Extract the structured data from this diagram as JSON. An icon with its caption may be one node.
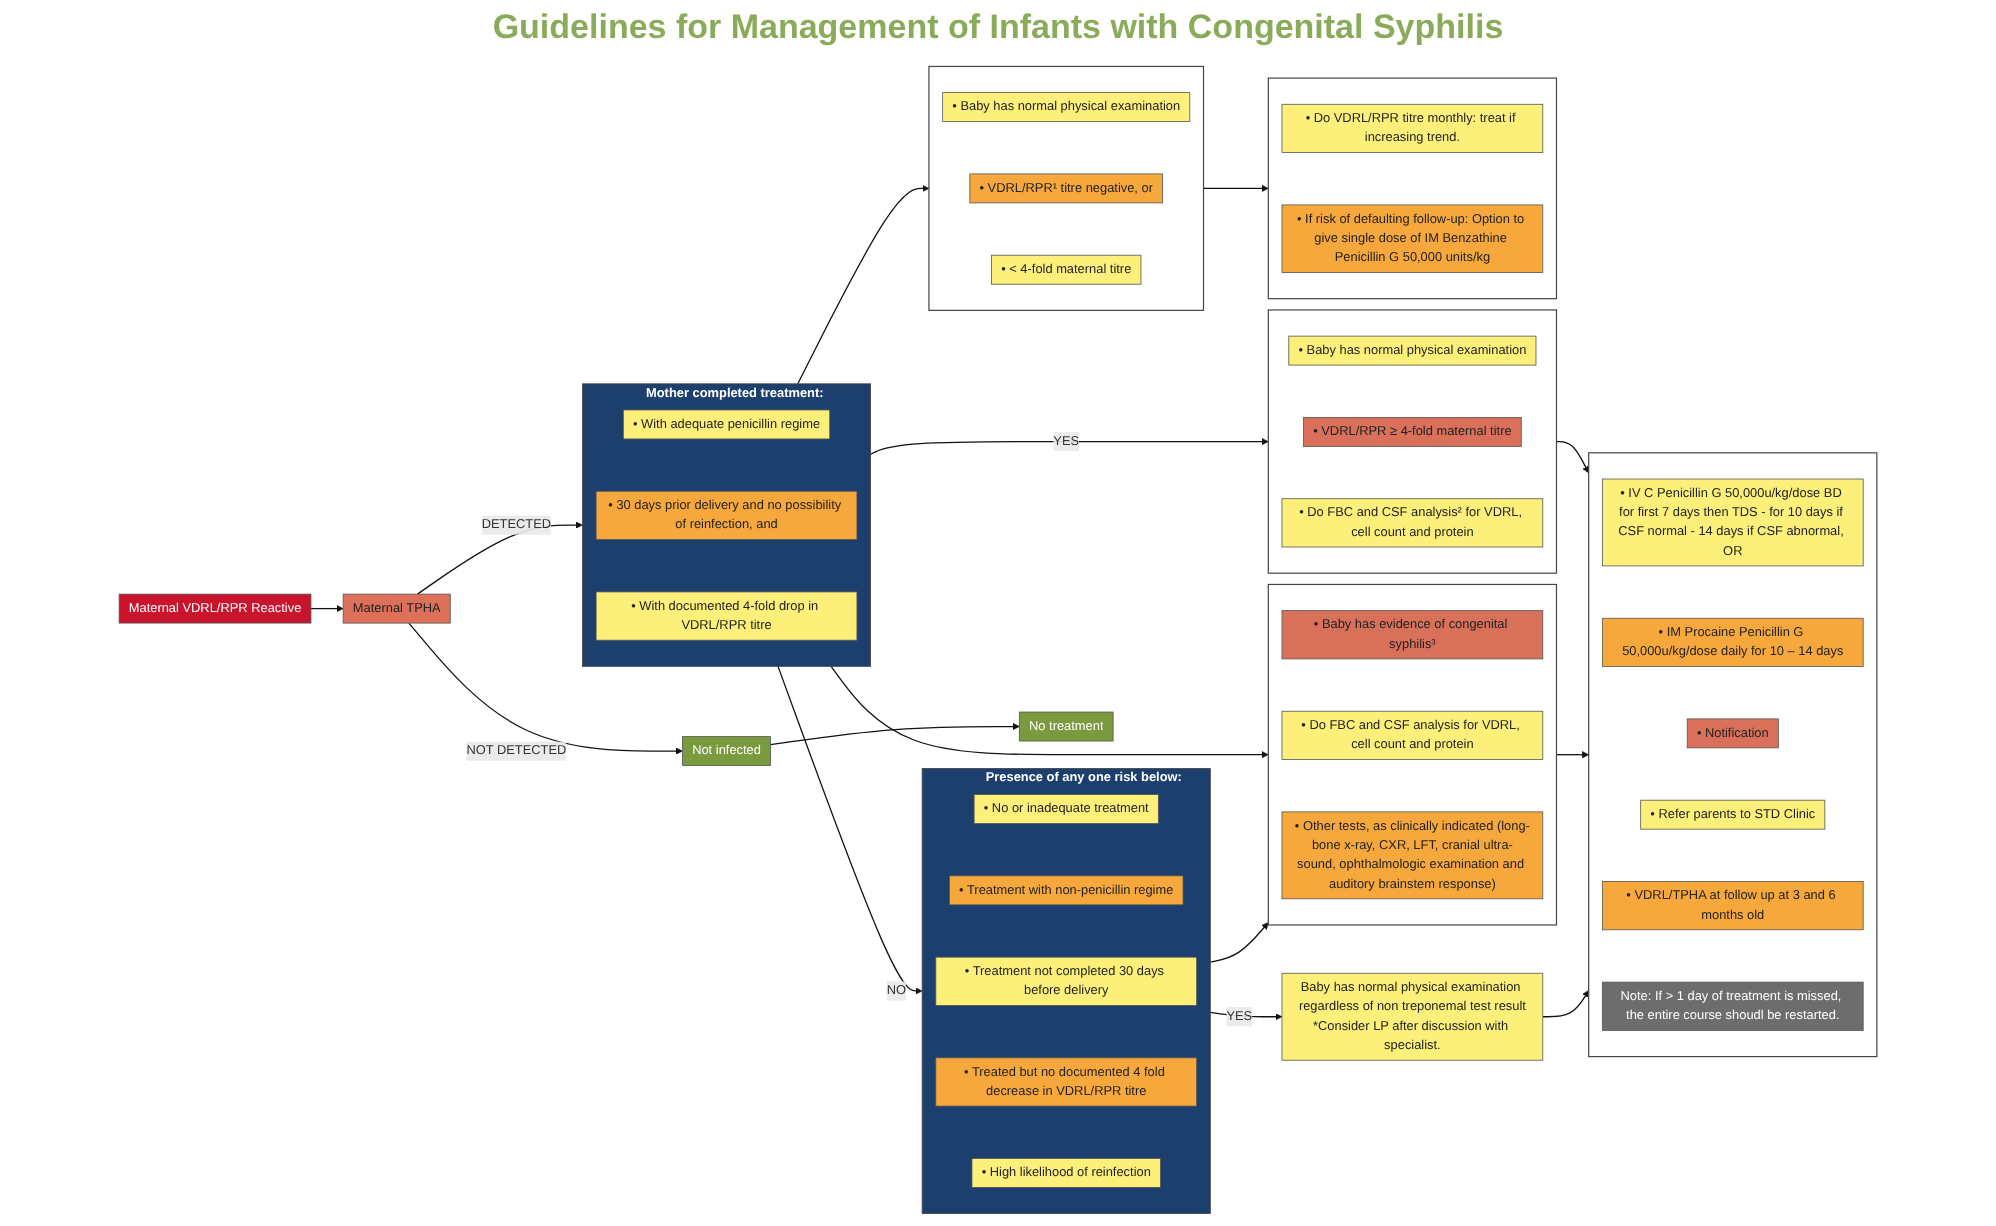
{
  "diagram": {
    "title": "Guidelines for Management of Infants with Congenital Syphilis",
    "nodes": [
      {
        "text": [
          "Maternal VDRL/RPR Reactive"
        ]
      },
      {
        "text": [
          "Maternal TPHA"
        ]
      },
      {
        "text": [
          "Not infected"
        ]
      },
      {
        "text": [
          "No treatment"
        ]
      },
      {
        "text": [
          "Mother completed treatment:"
        ]
      },
      {
        "text": [
          "• With adequate penicillin regime"
        ],
        "in": 4
      },
      {
        "text": [
          "• 30 days prior delivery and no possibility of reinfection, and"
        ],
        "in": 4
      },
      {
        "text": [
          "• With documented 4-fold drop in VDRL/RPR titre"
        ],
        "in": 4
      },
      {
        "text": [
          "Presence of any one risk below:"
        ]
      },
      {
        "text": [
          "• No or inadequate treatment"
        ],
        "in": 8
      },
      {
        "text": [
          "• Treatment with non-penicillin regime"
        ],
        "in": 8
      },
      {
        "text": [
          "• Treatment not completed 30 days before delivery"
        ],
        "in": 8
      },
      {
        "text": [
          "• Treated but no documented 4 fold decrease in VDRL/RPR titre"
        ],
        "in": 8
      },
      {
        "text": [
          "• High likelihood of reinfection"
        ],
        "in": 8
      },
      {
        "text": [],
        "shape": "box"
      },
      {
        "text": [
          "• Baby has normal physical examination"
        ],
        "in": 14
      },
      {
        "text": [
          "• VDRL/RPR¹ titre negative, or"
        ],
        "in": 14
      },
      {
        "text": [
          "• < 4-fold maternal titre"
        ],
        "in": 14
      },
      {
        "text": [],
        "shape": "box"
      },
      {
        "text": [
          "• Baby has normal physical examination"
        ],
        "in": 18
      },
      {
        "text": [
          "• VDRL/RPR ≥ 4-fold maternal titre"
        ],
        "in": 18
      },
      {
        "text": [
          "• Do FBC and CSF analysis² for VDRL, cell count and protein"
        ],
        "in": 18
      },
      {
        "text": [],
        "shape": "box"
      },
      {
        "text": [
          "• Baby has evidence of congenital syphilis³"
        ],
        "in": 22
      },
      {
        "text": [
          "• Do FBC and CSF analysis for VDRL, cell count and protein"
        ],
        "in": 22
      },
      {
        "text": [
          "• Other tests, as clinically indicated (long-bone x-ray, CXR, LFT, cranial ultra-sound, ophthalmologic examination and auditory brainstem response)"
        ],
        "in": 22
      },
      {
        "text": [
          "Baby has normal physical examination regardless of non treponemal test result",
          "*Consider LP after discussion with specialist."
        ]
      },
      {
        "text": [],
        "shape": "box"
      },
      {
        "text": [
          "• Do VDRL/RPR titre monthly: treat if increasing trend."
        ],
        "in": 27
      },
      {
        "text": [
          "• If risk of defaulting follow-up: Option to give single dose of IM Benzathine Penicillin G 50,000 units/kg"
        ],
        "in": 27
      },
      {
        "text": [],
        "shape": "box"
      },
      {
        "text": [
          "• IV C Penicillin G 50,000u/kg/dose BD for first 7 days then TDS - for 10 days if CSF normal - 14 days if CSF abnormal, OR"
        ],
        "in": 30
      },
      {
        "text": [
          "• IM Procaine Penicillin G 50,000u/kg/dose daily for 10 – 14 days"
        ],
        "in": 30
      },
      {
        "text": [
          "• Notification"
        ],
        "in": 30
      },
      {
        "text": [
          "• Refer parents to STD Clinic"
        ],
        "in": 30
      },
      {
        "text": [
          "• VDRL/TPHA at follow up at 3 and 6 months old"
        ],
        "in": 30
      },
      {
        "text": [
          "Note: If > 1 day of treatment is missed, the entire course shoudl be restarted."
        ],
        "in": 30
      }
    ],
    "edges": [
      {
        "from": 0,
        "to": 1,
        "arrow": "to"
      },
      {
        "from": 1,
        "to": 2,
        "arrow": "to",
        "label": "NOT DETECTED"
      },
      {
        "from": 1,
        "to": 4,
        "arrow": "to",
        "label": "DETECTED"
      },
      {
        "from": 2,
        "to": 3,
        "arrow": "to"
      },
      {
        "from": 4,
        "to": 8,
        "arrow": "to",
        "label": "NO"
      },
      {
        "from": 4,
        "to": 14,
        "arrow": "to"
      },
      {
        "from": 4,
        "to": 18,
        "arrow": "to",
        "label": "YES"
      },
      {
        "from": 4,
        "to": 22,
        "arrow": "to"
      },
      {
        "from": 8,
        "to": 22,
        "arrow": "to"
      },
      {
        "from": 8,
        "to": 26,
        "arrow": "to",
        "label": "YES"
      },
      {
        "from": 14,
        "to": 27,
        "arrow": "to"
      },
      {
        "from": 18,
        "to": 30,
        "arrow": "to"
      },
      {
        "from": 22,
        "to": 30,
        "arrow": "to"
      },
      {
        "from": 26,
        "to": 30,
        "arrow": "to"
      }
    ]
  }
}
